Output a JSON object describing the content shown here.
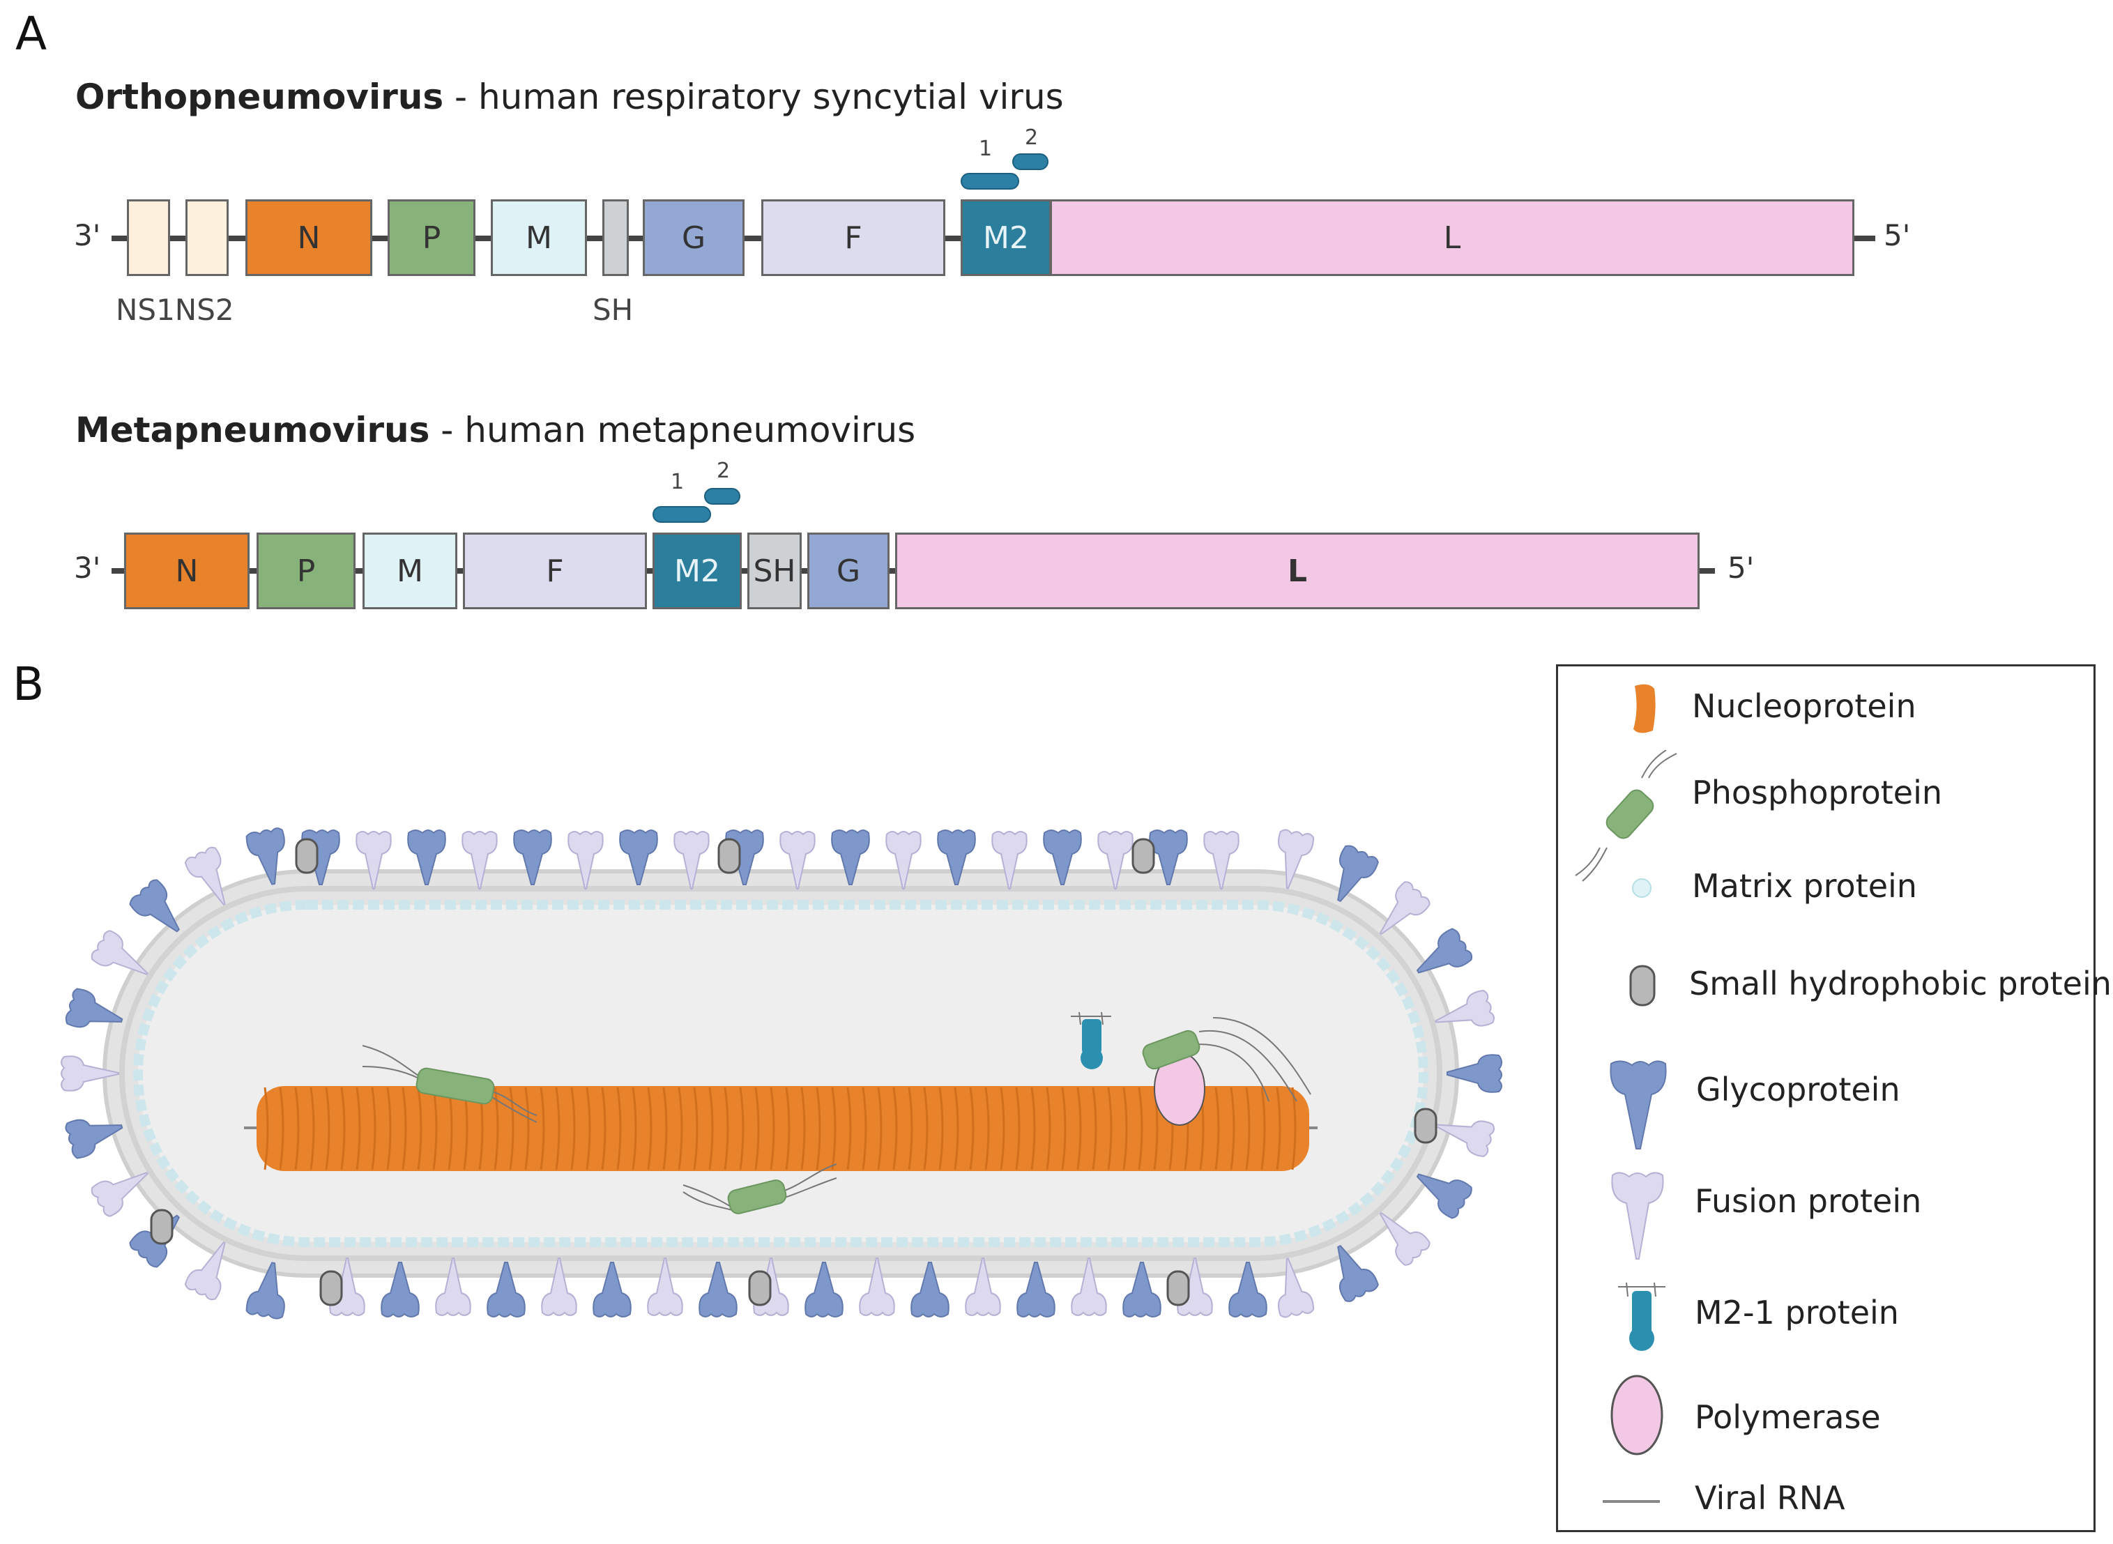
{
  "panels": {
    "a_letter": "A",
    "b_letter": "B"
  },
  "ortho": {
    "genus": "Orthopneumovirus",
    "sep": " - ",
    "virus": "human respiratory syncytial virus",
    "end3": "3'",
    "end5": "5'",
    "genes": [
      {
        "label": "",
        "color": "#fdf0dd"
      },
      {
        "label": "",
        "color": "#fdf0dd"
      },
      {
        "label": "N",
        "color": "#e9832b"
      },
      {
        "label": "P",
        "color": "#87b27a"
      },
      {
        "label": "M",
        "color": "#dff2f5"
      },
      {
        "label": "",
        "color": "#cdd1d4"
      },
      {
        "label": "G",
        "color": "#94a8d4"
      },
      {
        "label": "F",
        "color": "#dddcef"
      },
      {
        "label": "M2",
        "color": "#2b7f9d"
      },
      {
        "label": "L",
        "color": "#f2c8e4"
      }
    ],
    "below_labels": {
      "ns": "NS1NS2",
      "sh": "SH"
    },
    "m2_sub": [
      "1",
      "2"
    ]
  },
  "meta": {
    "genus": "Metapneumovirus",
    "sep": " - ",
    "virus": "human metapneumovirus",
    "end3": "3'",
    "end5": "5'",
    "genes": [
      {
        "label": "N",
        "color": "#e9832b"
      },
      {
        "label": "P",
        "color": "#87b27a"
      },
      {
        "label": "M",
        "color": "#dff2f5"
      },
      {
        "label": "F",
        "color": "#dddcef"
      },
      {
        "label": "M2",
        "color": "#2b7f9d"
      },
      {
        "label": "SH",
        "color": "#cdd1d4"
      },
      {
        "label": "G",
        "color": "#94a8d4"
      },
      {
        "label": "L",
        "color": "#f2c8e4"
      }
    ],
    "m2_sub": [
      "1",
      "2"
    ]
  },
  "legend": {
    "items": [
      {
        "label": "Nucleoprotein",
        "icon": "nucleoprotein-icon"
      },
      {
        "label": "Phosphoprotein",
        "icon": "phosphoprotein-icon"
      },
      {
        "label": "Matrix protein",
        "icon": "matrix-protein-icon"
      },
      {
        "label": "Small hydrophobic protein",
        "icon": "small-hydrophobic-protein-icon"
      },
      {
        "label": "Glycoprotein",
        "icon": "glycoprotein-icon"
      },
      {
        "label": "Fusion protein",
        "icon": "fusion-protein-icon"
      },
      {
        "label": "M2-1 protein",
        "icon": "m2-1-protein-icon"
      },
      {
        "label": "Polymerase",
        "icon": "polymerase-icon"
      },
      {
        "label": "Viral RNA",
        "icon": "viral-rna-icon"
      }
    ]
  },
  "colors": {
    "nucleoprotein": "#e9832b",
    "phosphoprotein": "#87b27a",
    "matrix": "#dff2f5",
    "sh": "#b8b8b8",
    "glyco": "#7f98cc",
    "fusion": "#d7d3ea",
    "m2": "#2b8fb0",
    "polymerase": "#f2c8e4"
  }
}
